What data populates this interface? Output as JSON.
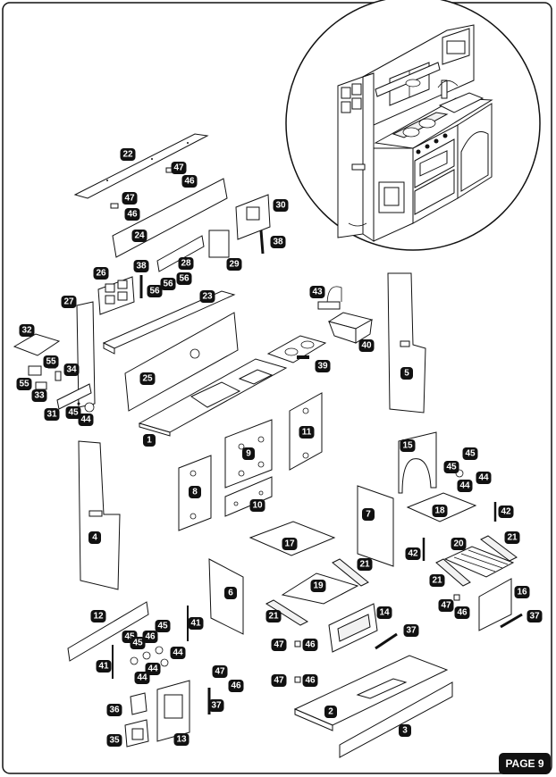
{
  "page": {
    "label": "PAGE 9"
  },
  "parts": [
    "1",
    "2",
    "3",
    "4",
    "5",
    "6",
    "7",
    "8",
    "9",
    "10",
    "11",
    "12",
    "13",
    "14",
    "15",
    "16",
    "17",
    "18",
    "19",
    "20",
    "21",
    "22",
    "23",
    "24",
    "25",
    "26",
    "27",
    "28",
    "29",
    "30",
    "31",
    "32",
    "33",
    "34",
    "35",
    "36",
    "37",
    "38",
    "39",
    "40",
    "41",
    "42",
    "43",
    "44",
    "45",
    "46",
    "47",
    "55",
    "56"
  ]
}
